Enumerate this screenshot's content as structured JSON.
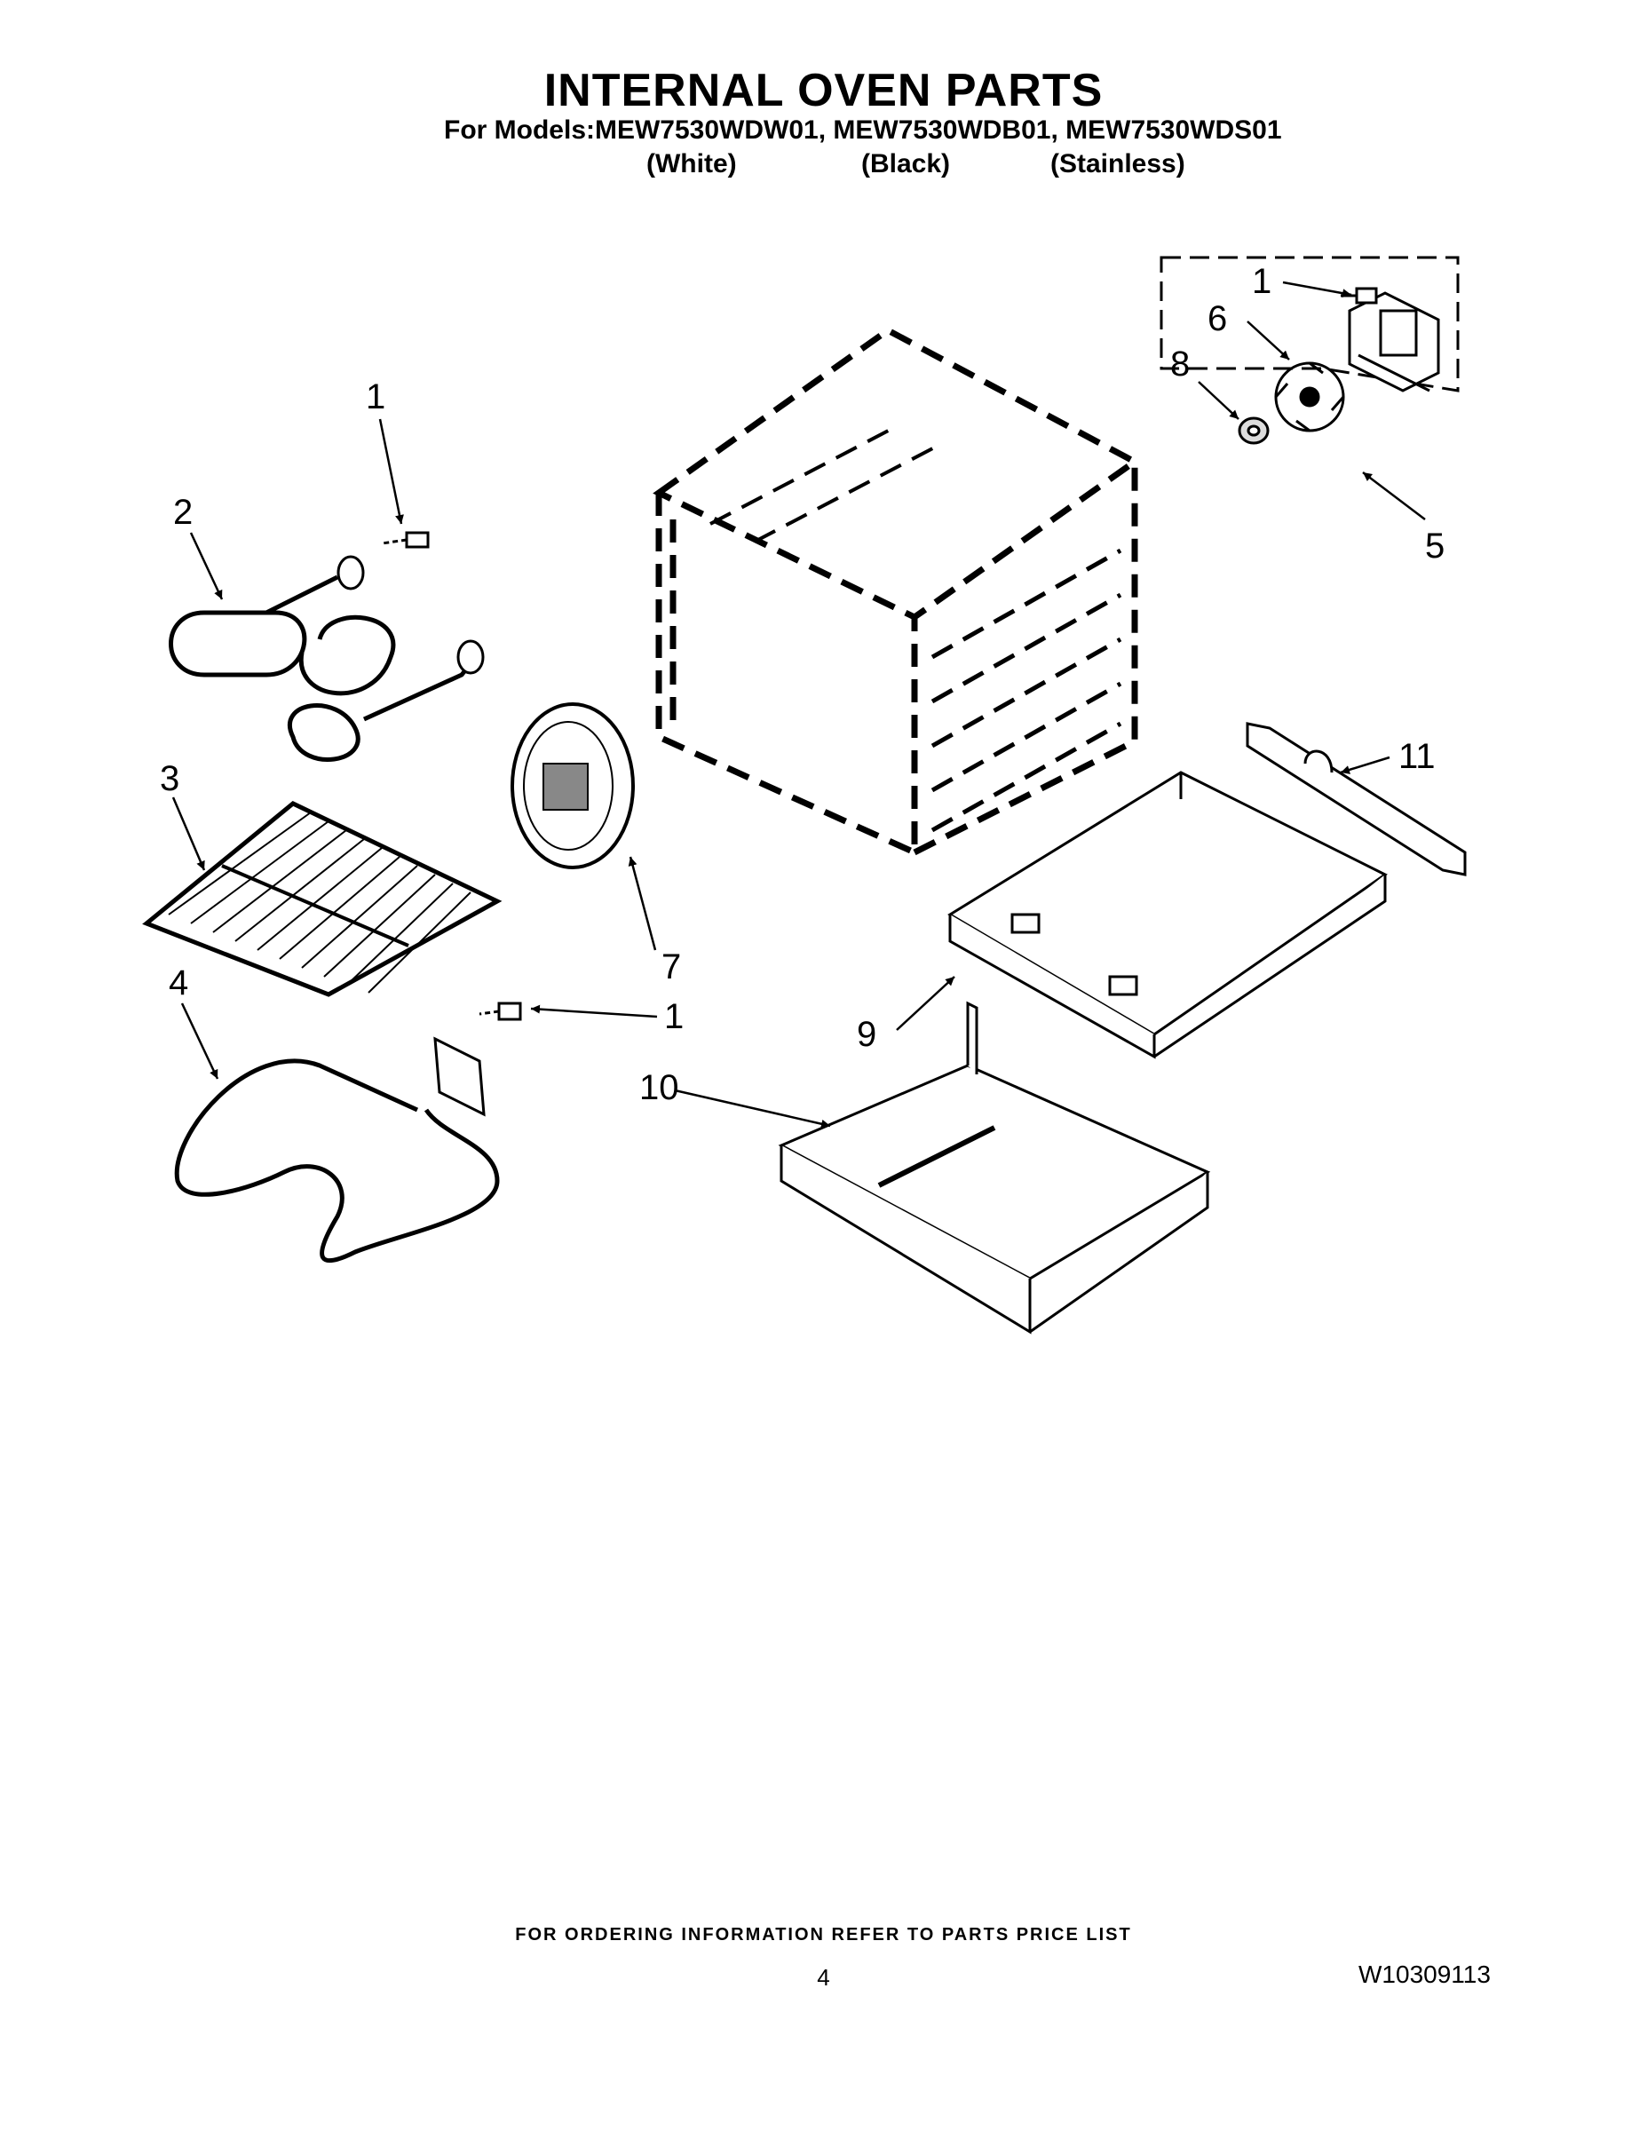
{
  "header": {
    "title": "INTERNAL OVEN PARTS",
    "models_line": "For Models:MEW7530WDW01, MEW7530WDB01, MEW7530WDS01",
    "variants": [
      "(White)",
      "(Black)",
      "(Stainless)"
    ]
  },
  "callouts": {
    "c1_bake_screw": "1",
    "c1_broil_screw": "1",
    "c1_fan_screw": "1",
    "c2": "2",
    "c3": "3",
    "c4": "4",
    "c5": "5",
    "c6": "6",
    "c7": "7",
    "c8": "8",
    "c9": "9",
    "c10": "10",
    "c11": "11"
  },
  "footer": {
    "ordering_note": "FOR ORDERING INFORMATION REFER TO PARTS PRICE LIST",
    "page_number": "4",
    "doc_number": "W10309113"
  }
}
